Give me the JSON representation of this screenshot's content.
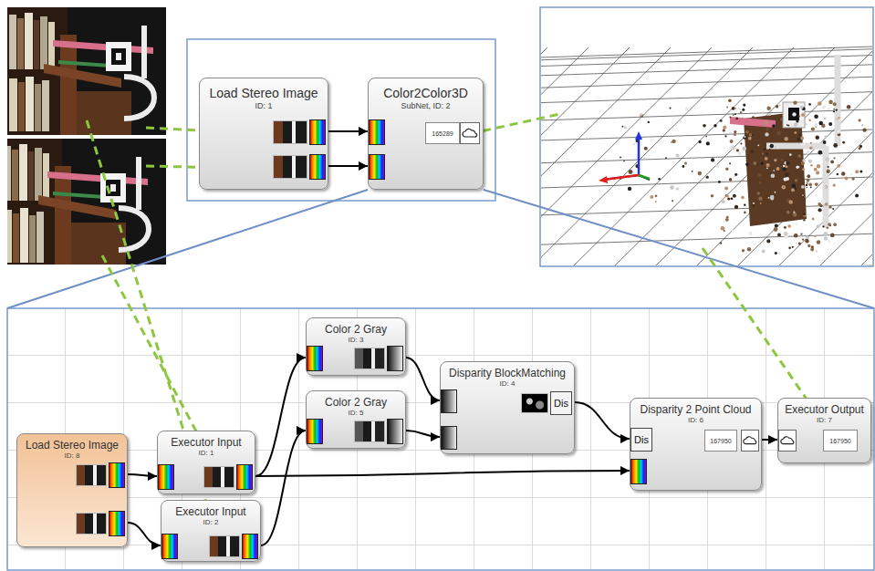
{
  "diagram": {
    "nodes": [
      {
        "text": [
          "Load Stereo Image",
          "ID: 1"
        ]
      },
      {
        "text": [
          "Color2Color3D",
          "SubNet, ID: 2",
          "165289"
        ]
      },
      {
        "text": [
          "Load Stereo Image",
          "ID: 8"
        ]
      },
      {
        "text": [
          "Executor Input",
          "ID: 1"
        ]
      },
      {
        "text": [
          "Executor Input",
          "ID: 2"
        ]
      },
      {
        "text": [
          "Color 2 Gray",
          "ID: 3"
        ]
      },
      {
        "text": [
          "Color 2 Gray",
          "ID: 5"
        ]
      },
      {
        "text": [
          "Disparity BlockMatching",
          "ID: 4",
          "Dis"
        ]
      },
      {
        "text": [
          "Disparity 2 Point Cloud",
          "ID: 6",
          "Dis",
          "167950"
        ]
      },
      {
        "text": [
          "Executor Output",
          "ID: 7",
          "167950"
        ]
      }
    ],
    "edges": [
      {
        "from": 0,
        "to": 1,
        "arrow": "to"
      },
      {
        "from": 0,
        "to": 1,
        "arrow": "to"
      },
      {
        "from": 2,
        "to": 3,
        "arrow": "to"
      },
      {
        "from": 2,
        "to": 4,
        "arrow": "to"
      },
      {
        "from": 3,
        "to": 5,
        "arrow": "to"
      },
      {
        "from": 3,
        "to": 8,
        "arrow": "to"
      },
      {
        "from": 4,
        "to": 6,
        "arrow": "to"
      },
      {
        "from": 5,
        "to": 7,
        "arrow": "to"
      },
      {
        "from": 6,
        "to": 7,
        "arrow": "to"
      },
      {
        "from": 7,
        "to": 8,
        "arrow": "to"
      },
      {
        "from": 8,
        "to": 9,
        "arrow": "to"
      }
    ]
  }
}
